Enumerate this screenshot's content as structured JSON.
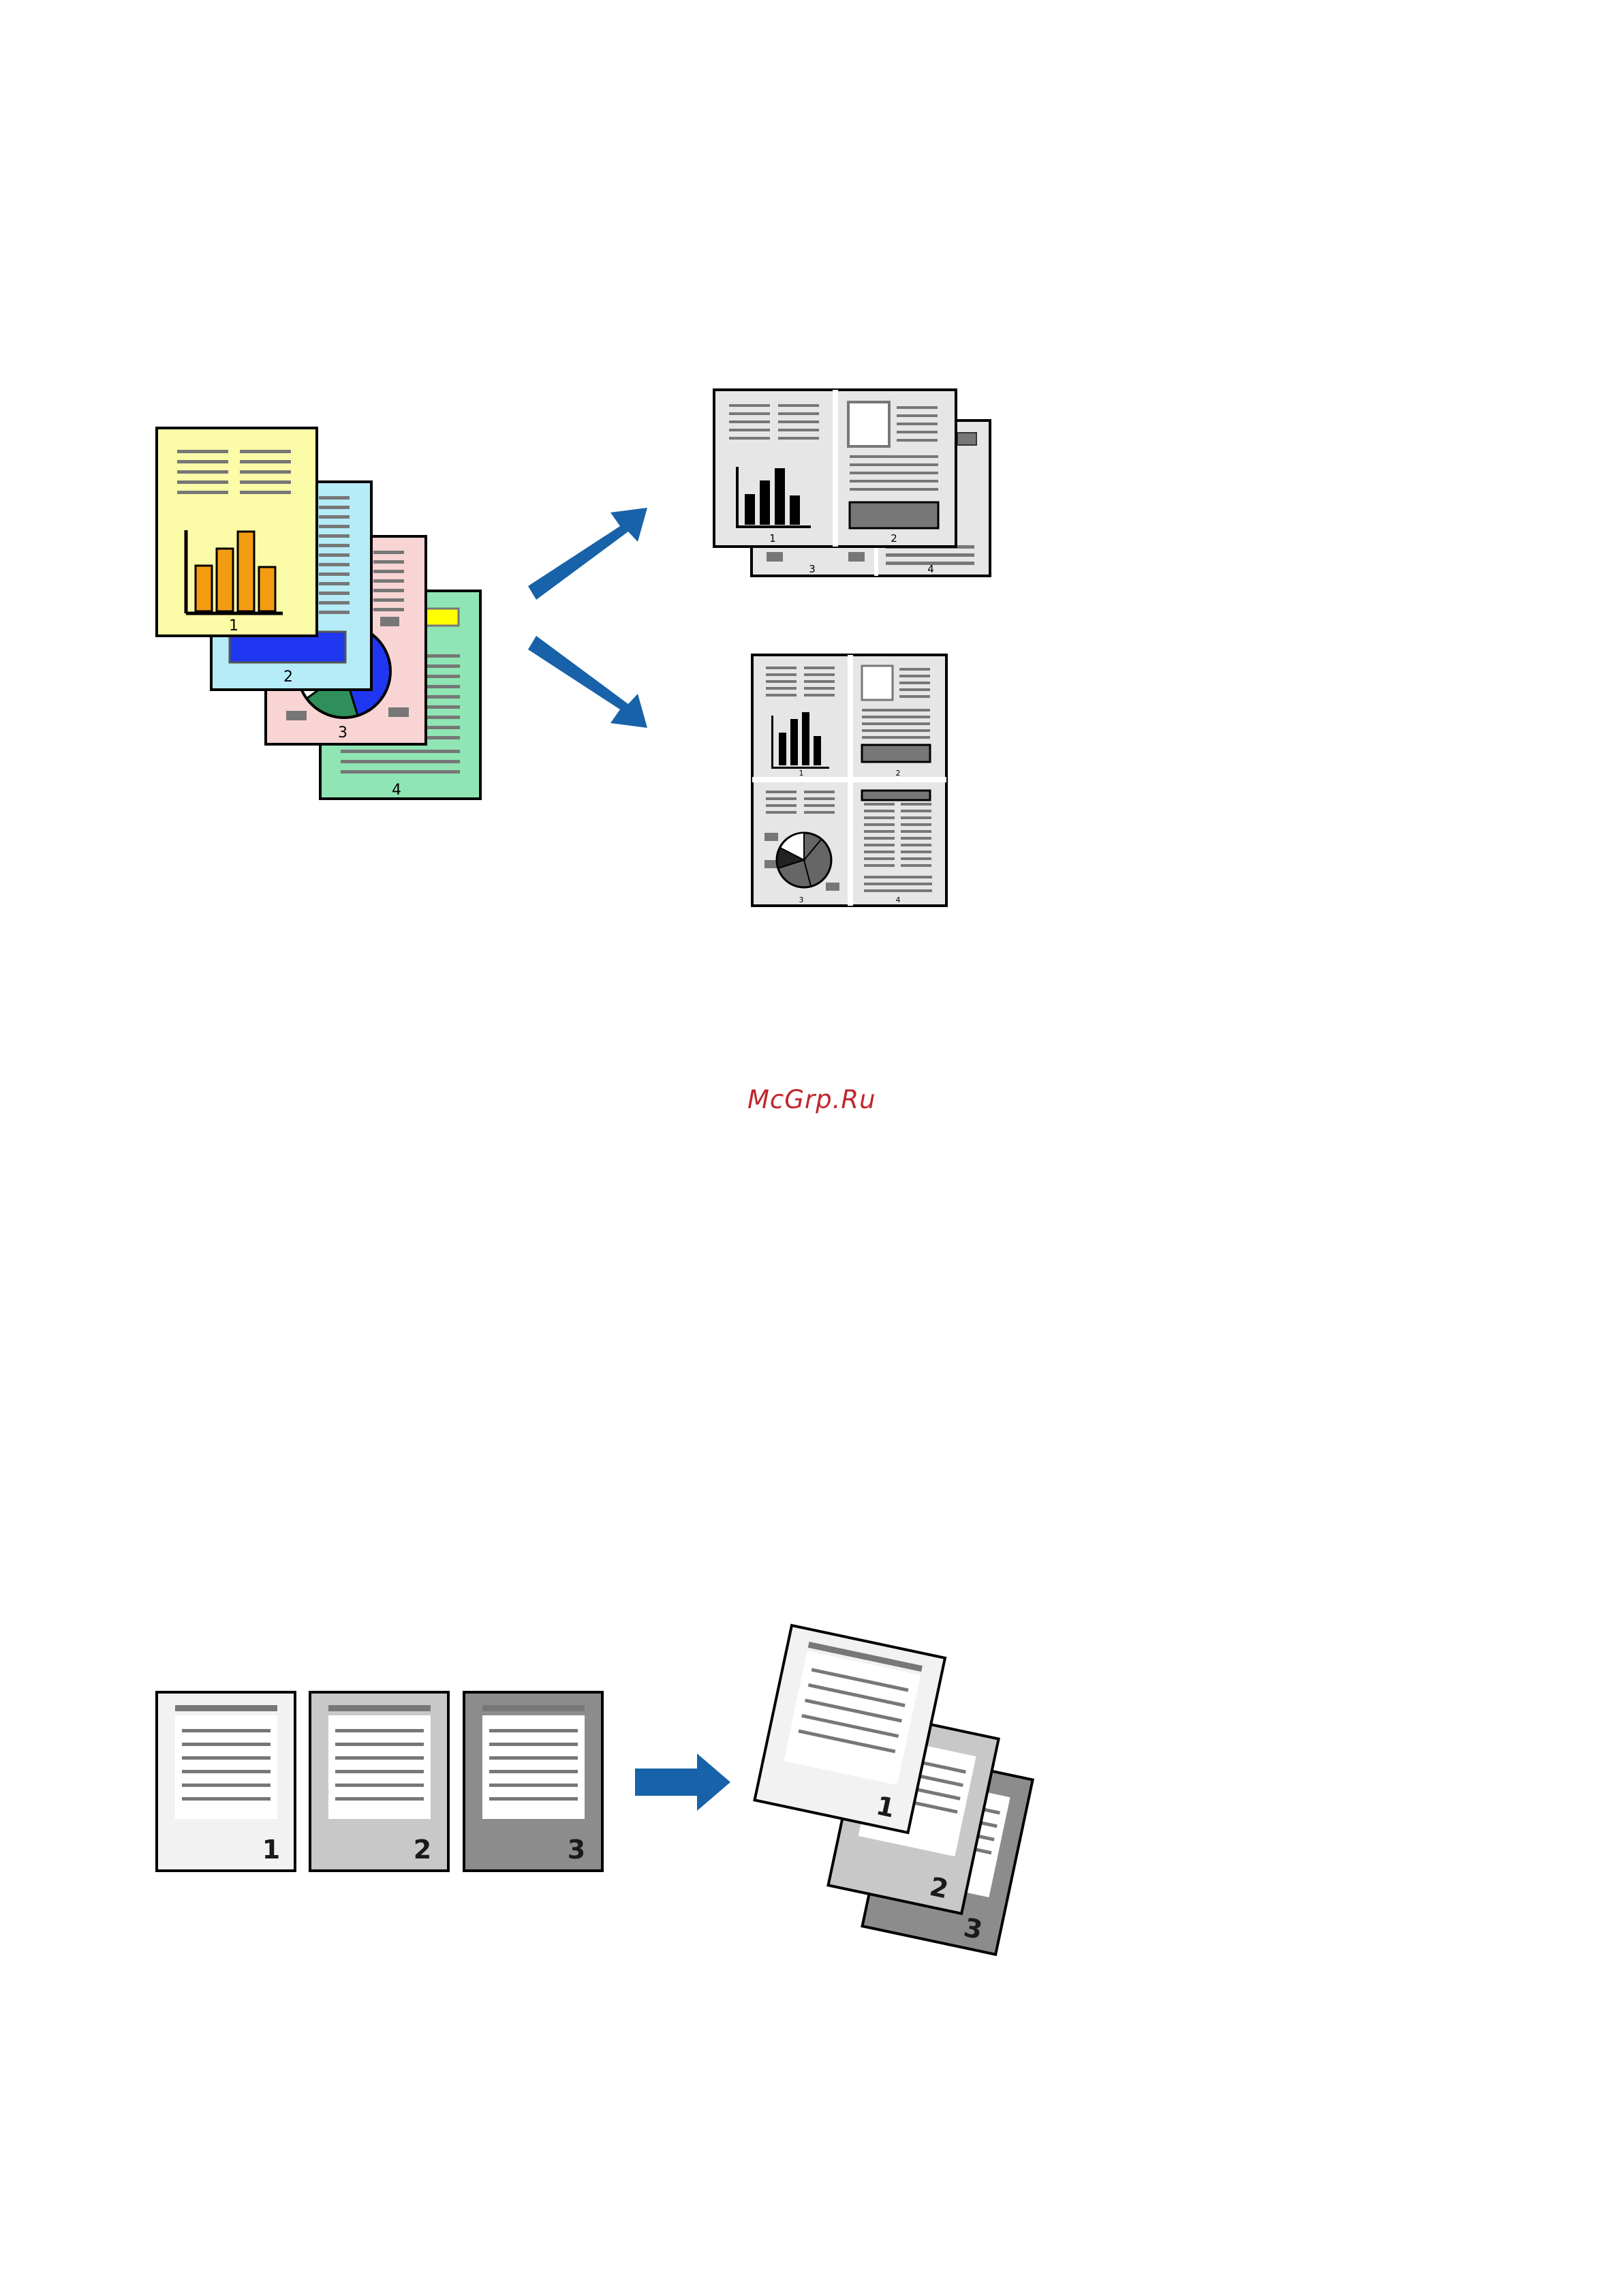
{
  "watermark": {
    "text": "McGrp.Ru",
    "color": "#c0262c"
  },
  "colors": {
    "arrow": "#1762a8",
    "page1": "#fcfca8",
    "page2": "#b5ecf8",
    "page3": "#f9d4d4",
    "page4": "#8fe6b4",
    "bars": "#f39c12",
    "blue_block": "#1f37f0",
    "pie_blue": "#1f37f0",
    "pie_green": "#2e8f5a",
    "yellow_block": "#ffff00",
    "gray_lines": "#8a8a8a",
    "sheet_gray": "#e6e6e6"
  },
  "multi_page": {
    "source_pages": [
      {
        "number": "1"
      },
      {
        "number": "2"
      },
      {
        "number": "3"
      },
      {
        "number": "4"
      }
    ],
    "two_up_numbers": [
      "1",
      "2",
      "3",
      "4"
    ],
    "four_up_numbers": [
      "1",
      "2",
      "3",
      "4"
    ]
  },
  "collate": {
    "source_pages": [
      {
        "number": "1",
        "shade": "#f2f2f2"
      },
      {
        "number": "2",
        "shade": "#c8c8c8"
      },
      {
        "number": "3",
        "shade": "#8c8c8c"
      }
    ],
    "stack_numbers": [
      "1",
      "2",
      "3"
    ]
  }
}
